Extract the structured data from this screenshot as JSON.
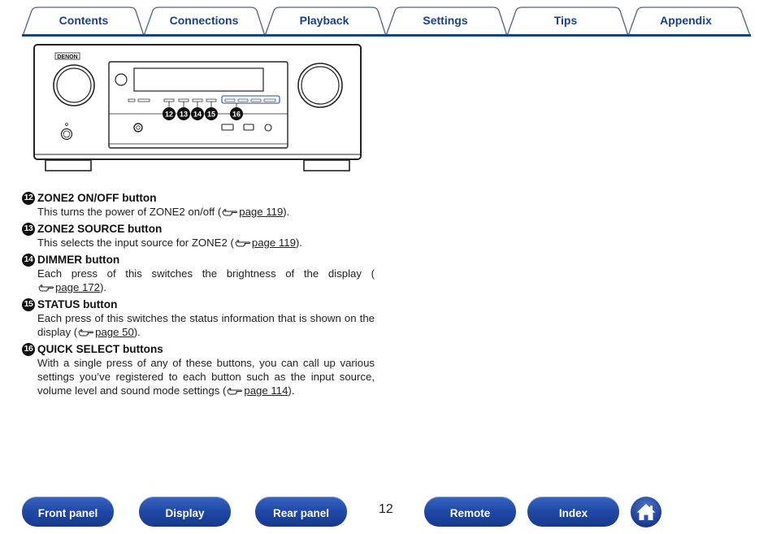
{
  "tabs": [
    "Contents",
    "Connections",
    "Playback",
    "Settings",
    "Tips",
    "Appendix"
  ],
  "device": {
    "brand": "DENON",
    "callouts": [
      "12",
      "13",
      "14",
      "15",
      "16"
    ]
  },
  "items": [
    {
      "num": "12",
      "title": "ZONE2 ON/OFF button",
      "text": "This turns the power of ZONE2 on/off (",
      "page": "page 119",
      "tail": ")."
    },
    {
      "num": "13",
      "title": "ZONE2 SOURCE button",
      "text": "This selects the input source for ZONE2 (",
      "page": "page 119",
      "tail": ")."
    },
    {
      "num": "14",
      "title": "DIMMER button",
      "text": "Each press of this switches the brightness of the display (",
      "page": "page 172",
      "tail": ")."
    },
    {
      "num": "15",
      "title": "STATUS button",
      "text": "Each press of this switches the status information that is shown on the display (",
      "page": "page 50",
      "tail": ")."
    },
    {
      "num": "16",
      "title": "QUICK SELECT buttons",
      "text": "With a single press of any of these buttons, you can call up various settings you’ve registered to each button such as the input source, volume level and sound mode settings (",
      "page": "page 114",
      "tail": ")."
    }
  ],
  "nav": {
    "front_panel": "Front panel",
    "display": "Display",
    "rear_panel": "Rear panel",
    "page_number": "12",
    "remote": "Remote",
    "index": "Index"
  },
  "colors": {
    "accent": "#1c3f8c",
    "button": "#1f48a6"
  }
}
